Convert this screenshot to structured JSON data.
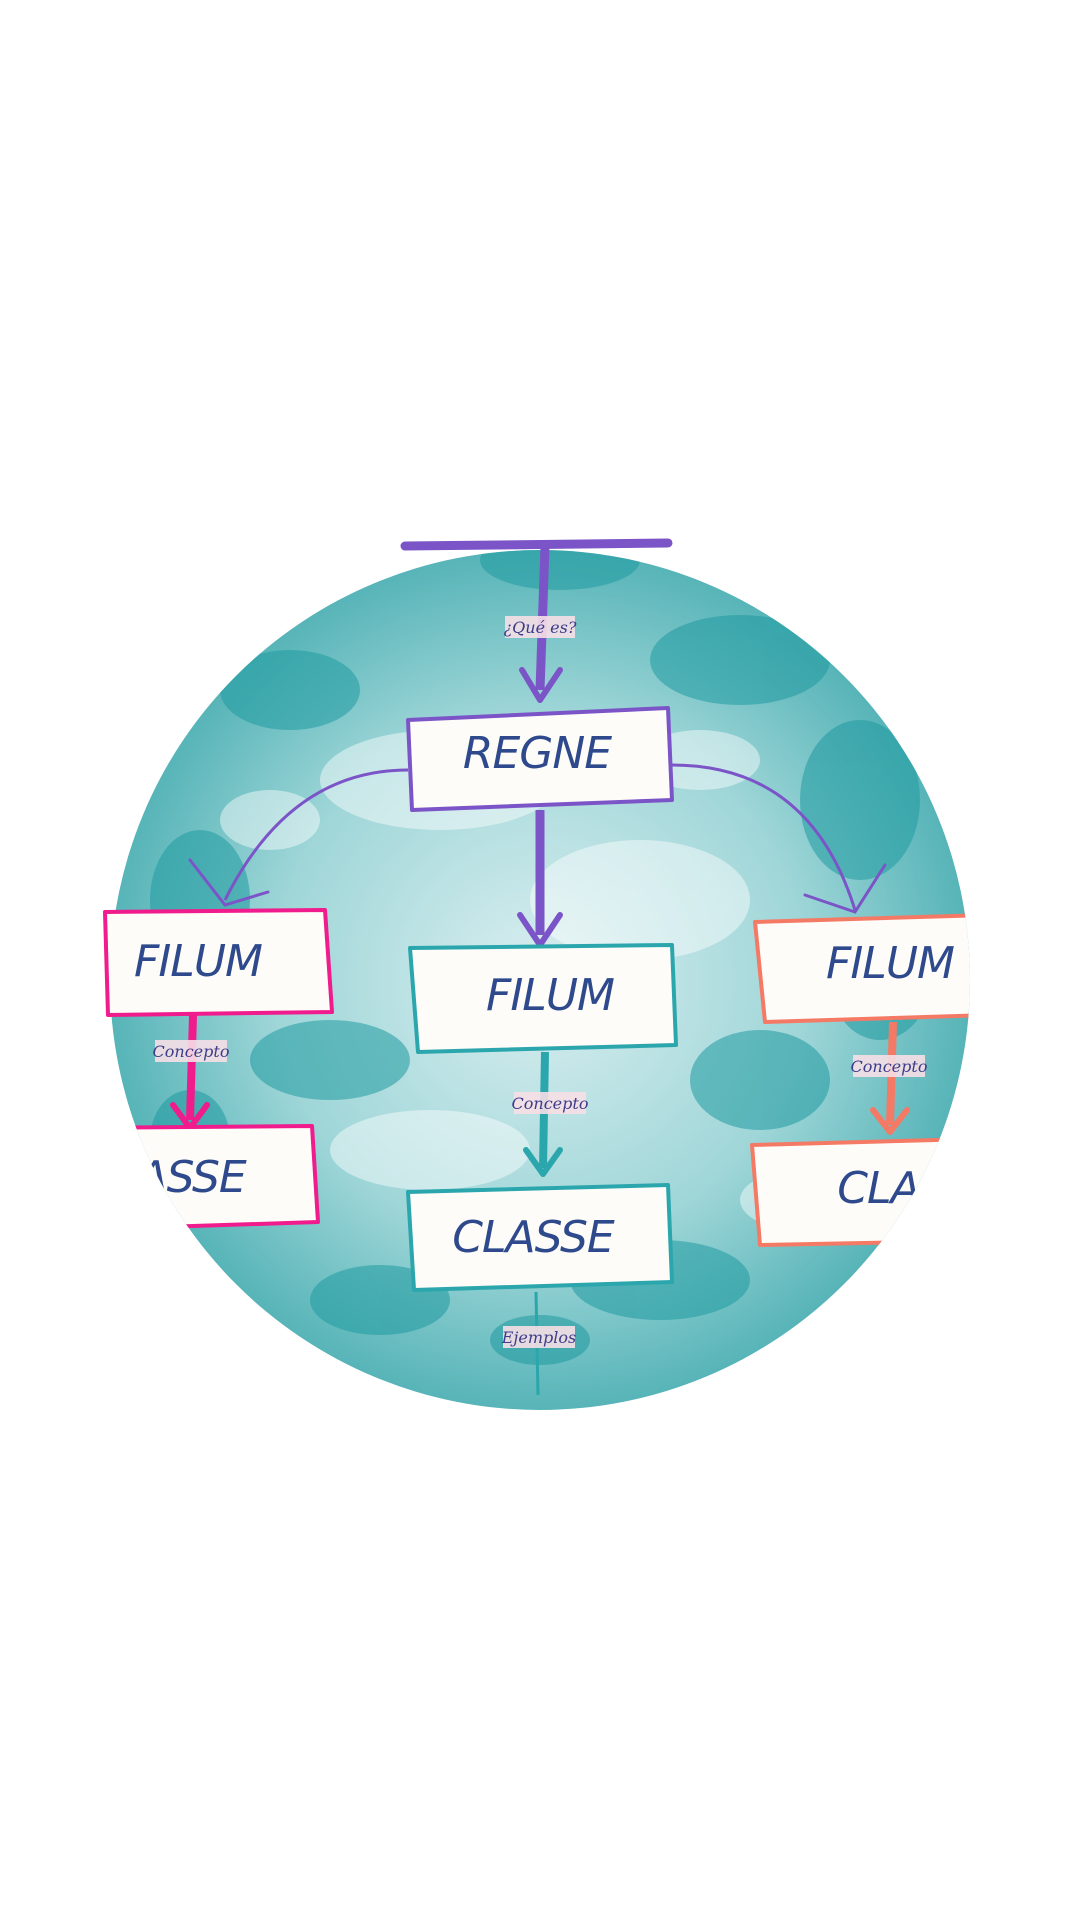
{
  "colors": {
    "purple": "#7b55c7",
    "pink": "#f01b8d",
    "teal": "#2ba6ad",
    "coral": "#f47a65",
    "box_fill": "#fdfcf8",
    "text": "#2f4a8c",
    "label_bg": "#f6dfe6"
  },
  "diagram": {
    "nodes": {
      "regne": "REGNE",
      "filum_left": "FILUM",
      "filum_center": "FILUM",
      "filum_right": "FILUM",
      "classe_left": "CLASSE",
      "classe_center": "CLASSE",
      "classe_right": "CLASSE"
    },
    "edge_labels": {
      "que_es": "¿Qué es?",
      "concepto_left": "Concepto",
      "concepto_center": "Concepto",
      "concepto_right": "Concepto",
      "ejemplos": "Ejemplos"
    }
  }
}
